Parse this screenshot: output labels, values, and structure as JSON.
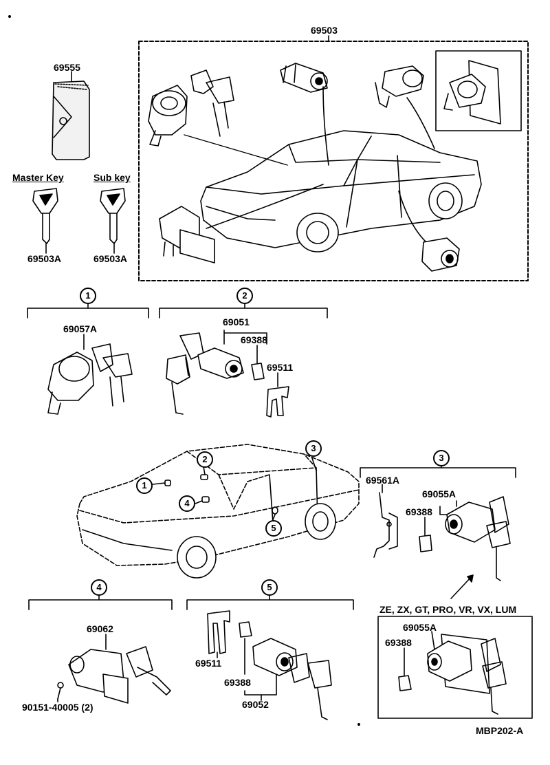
{
  "labels": {
    "kit_set": "69503",
    "key_case": "69555",
    "master_key_title": "Master Key",
    "sub_key_title": "Sub key",
    "master_key_part": "69503A",
    "sub_key_part": "69503A",
    "sec1_ignition": "69057A",
    "sec2_cylinder": "69051",
    "sec2_clip": "69388",
    "sec2_retainer": "69511",
    "sec3_rod": "69561A",
    "sec3_cylinder": "69055A",
    "sec3_clip": "69388",
    "sec4_cylinder": "69062",
    "sec4_screw": "90151-40005 (2)",
    "sec5_retainer": "69511",
    "sec5_clip": "69388",
    "sec5_cylinder": "69052",
    "variant_grades": "ZE, ZX, GT, PRO, VR, VX, LUM",
    "variant_cylinder": "69055A",
    "variant_clip": "69388",
    "diagram_code": "MBP202-A"
  },
  "callouts": {
    "c1": "1",
    "c2": "2",
    "c3": "3",
    "c4": "4",
    "c5": "5"
  },
  "car_callouts": {
    "c1": "1",
    "c2": "2",
    "c3": "3",
    "c4": "4",
    "c5": "5"
  }
}
